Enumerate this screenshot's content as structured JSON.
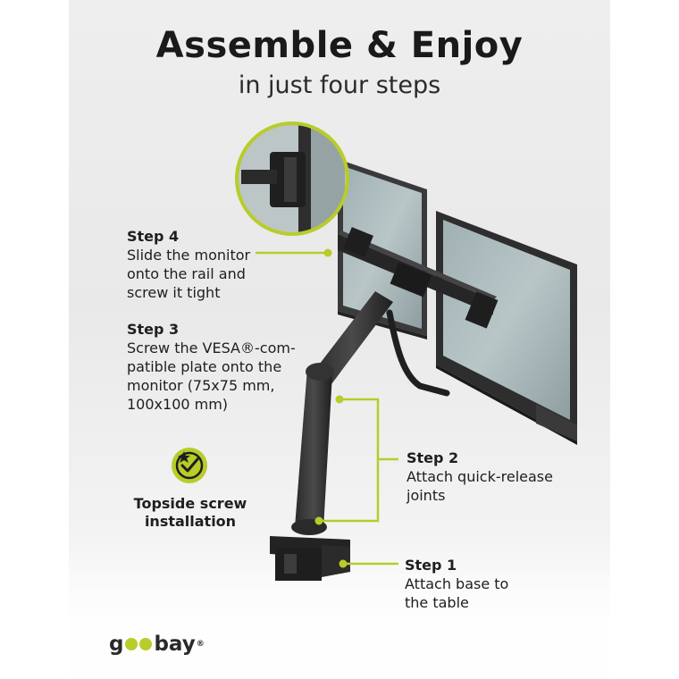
{
  "header": {
    "title": "Assemble & Enjoy",
    "subtitle": "in just four steps"
  },
  "steps": [
    {
      "heading": "Step 4",
      "text": "Slide the monitor\nonto the rail and\nscrew it tight"
    },
    {
      "heading": "Step 3",
      "text": "Screw the VESA®-com-\npatible plate onto the\nmonitor (75x75 mm,\n100x100 mm)"
    },
    {
      "heading": "Step 2",
      "text": "Attach quick-release\njoints"
    },
    {
      "heading": "Step 1",
      "text": "Attach base to\nthe table"
    }
  ],
  "badge": {
    "label": "Topside screw\ninstallation",
    "icon": "check-star-icon"
  },
  "logo": {
    "text_left": "g",
    "text_right": "bay",
    "trademark": "®"
  },
  "colors": {
    "accent": "#b8cc2a",
    "text": "#1e1e1e",
    "background": "#ececec"
  }
}
